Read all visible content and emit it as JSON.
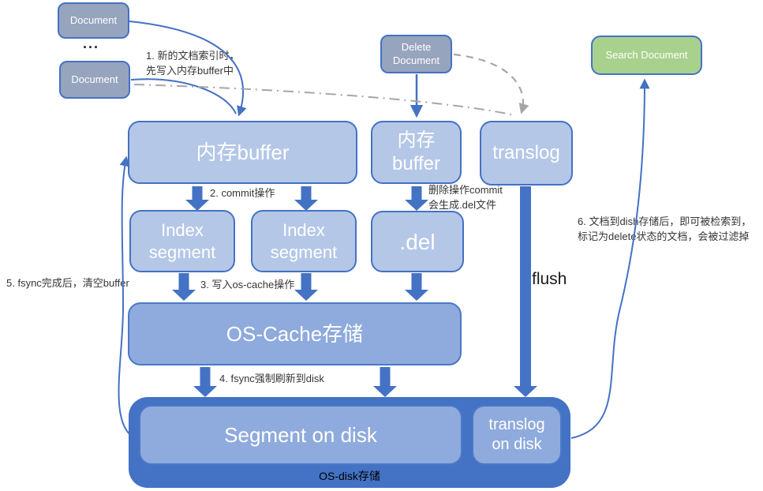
{
  "title": "Elasticsearch 写入与刷盘流程图",
  "colors": {
    "node_light_blue": "#b4c7e7",
    "node_mid_blue": "#8faadc",
    "container_dark_blue": "#4472c4",
    "node_gray": "#97a4bd",
    "node_green": "#a9d18e",
    "arrow_blue": "#4472c4",
    "arrow_gray": "#a6a6a6",
    "annotation_text": "#363636",
    "node_text": "#ffffff"
  },
  "nodes": {
    "document_1": {
      "label": "Document"
    },
    "document_dots": {
      "label": "..."
    },
    "document_2": {
      "label": "Document"
    },
    "delete_document": {
      "label": "Delete\nDocument"
    },
    "search_document": {
      "label": "Search Document"
    },
    "memory_buffer_main": {
      "label": "内存buffer"
    },
    "memory_buffer_delete": {
      "label": "内存\nbuffer"
    },
    "translog": {
      "label": "translog"
    },
    "index_segment_1": {
      "label": "Index\nsegment"
    },
    "index_segment_2": {
      "label": "Index\nsegment"
    },
    "del_file": {
      "label": ".del"
    },
    "os_cache": {
      "label": "OS-Cache存储"
    },
    "segment_on_disk": {
      "label": "Segment on disk"
    },
    "translog_on_disk": {
      "label": "translog\non disk"
    },
    "os_disk_container": {
      "label": "OS-disk存储"
    }
  },
  "annotations": {
    "step1": "1. 新的文档索引时，\n先写入内存buffer中",
    "step2": "2. commit操作",
    "delete_commit": "删除操作commit\n会生成.del文件",
    "step3": "3. 写入os-cache操作",
    "step4": "4. fsync强制刷新到disk",
    "step5": "5. fsync完成后，清空buffer",
    "step6": "6. 文档到dish存储后，即可被检索到，\n标记为delete状态的文档，会被过滤掉",
    "flush": "flush"
  }
}
